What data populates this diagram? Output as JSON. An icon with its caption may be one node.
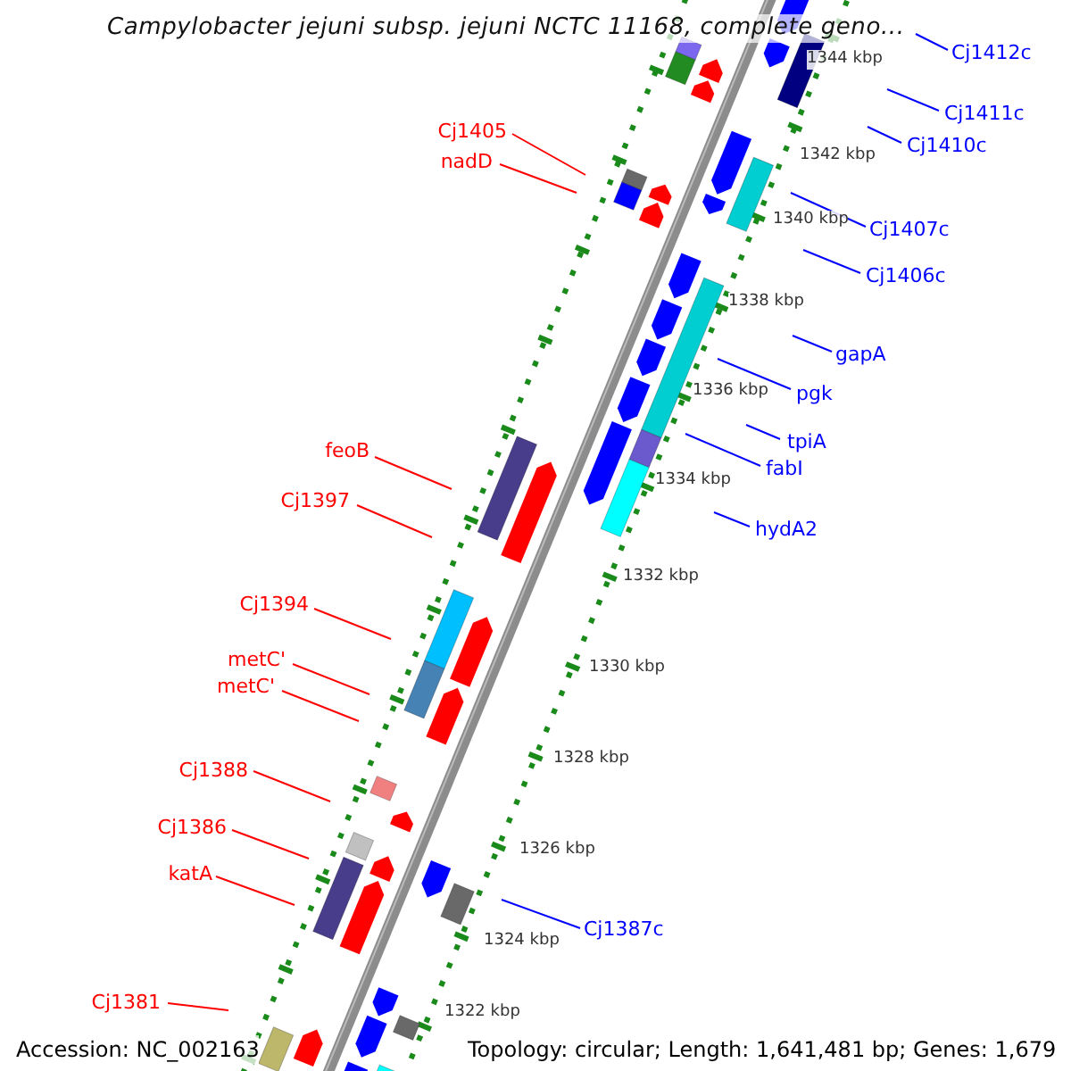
{
  "diagram": {
    "title": "Campylobacter jejuni subsp. jejuni NCTC 11168, complete geno...",
    "nodes": [
      {
        "text": [
          "Cj1412c"
        ]
      },
      {
        "text": [
          "Cj1411c"
        ]
      },
      {
        "text": [
          "Cj1410c"
        ]
      },
      {
        "text": [
          "Cj1405"
        ]
      },
      {
        "text": [
          "nadD"
        ]
      },
      {
        "text": [
          "Cj1407c"
        ]
      },
      {
        "text": [
          "Cj1406c"
        ]
      },
      {
        "text": [
          "gapA"
        ]
      },
      {
        "text": [
          "pgk"
        ]
      },
      {
        "text": [
          "tpiA"
        ]
      },
      {
        "text": [
          "fabI"
        ]
      },
      {
        "text": [
          "feoB"
        ]
      },
      {
        "text": [
          "hydA2"
        ]
      },
      {
        "text": [
          "Cj1397"
        ]
      },
      {
        "text": [
          "Cj1394"
        ]
      },
      {
        "text": [
          "metC'"
        ]
      },
      {
        "text": [
          "metC'"
        ]
      },
      {
        "text": [
          "Cj1388"
        ]
      },
      {
        "text": [
          "Cj1386"
        ]
      },
      {
        "text": [
          "katA"
        ]
      },
      {
        "text": [
          "Cj1387c"
        ]
      },
      {
        "text": [
          "Cj1381"
        ]
      }
    ],
    "edges": [
      {
        "from": 0,
        "to": null,
        "arrow": "none"
      },
      {
        "from": 1,
        "to": null,
        "arrow": "none"
      },
      {
        "from": 2,
        "to": null,
        "arrow": "none"
      },
      {
        "from": 3,
        "to": null,
        "arrow": "none",
        "color": "#ff0000"
      },
      {
        "from": 4,
        "to": null,
        "arrow": "none",
        "color": "#ff0000"
      },
      {
        "from": 5,
        "to": null,
        "arrow": "none"
      },
      {
        "from": 6,
        "to": null,
        "arrow": "none"
      },
      {
        "from": 7,
        "to": null,
        "arrow": "none"
      },
      {
        "from": 8,
        "to": null,
        "arrow": "none"
      },
      {
        "from": 9,
        "to": null,
        "arrow": "none"
      },
      {
        "from": 10,
        "to": null,
        "arrow": "none"
      },
      {
        "from": 11,
        "to": null,
        "arrow": "none",
        "color": "#ff0000"
      },
      {
        "from": 12,
        "to": null,
        "arrow": "none"
      },
      {
        "from": 13,
        "to": null,
        "arrow": "none",
        "color": "#ff0000"
      },
      {
        "from": 14,
        "to": null,
        "arrow": "none",
        "color": "#ff0000"
      },
      {
        "from": 15,
        "to": null,
        "arrow": "none",
        "color": "#ff0000"
      },
      {
        "from": 16,
        "to": null,
        "arrow": "none",
        "color": "#ff0000"
      },
      {
        "from": 17,
        "to": null,
        "arrow": "none",
        "color": "#ff0000"
      },
      {
        "from": 18,
        "to": null,
        "arrow": "none",
        "color": "#ff0000"
      },
      {
        "from": 19,
        "to": null,
        "arrow": "none",
        "color": "#ff0000"
      },
      {
        "from": 20,
        "to": null,
        "arrow": "none"
      },
      {
        "from": 21,
        "to": null,
        "arrow": "none",
        "color": "#ff0000"
      }
    ],
    "labels": [
      "1344 kbp",
      "1342 kbp",
      "1340 kbp",
      "1338 kbp",
      "1336 kbp",
      "1334 kbp",
      "1332 kbp",
      "1330 kbp",
      "1328 kbp",
      "1326 kbp",
      "1324 kbp",
      "1322 kbp",
      "Accession: NC_002163",
      "Topology: circular; Length: 1,641,481 bp; Genes: 1,679"
    ]
  }
}
